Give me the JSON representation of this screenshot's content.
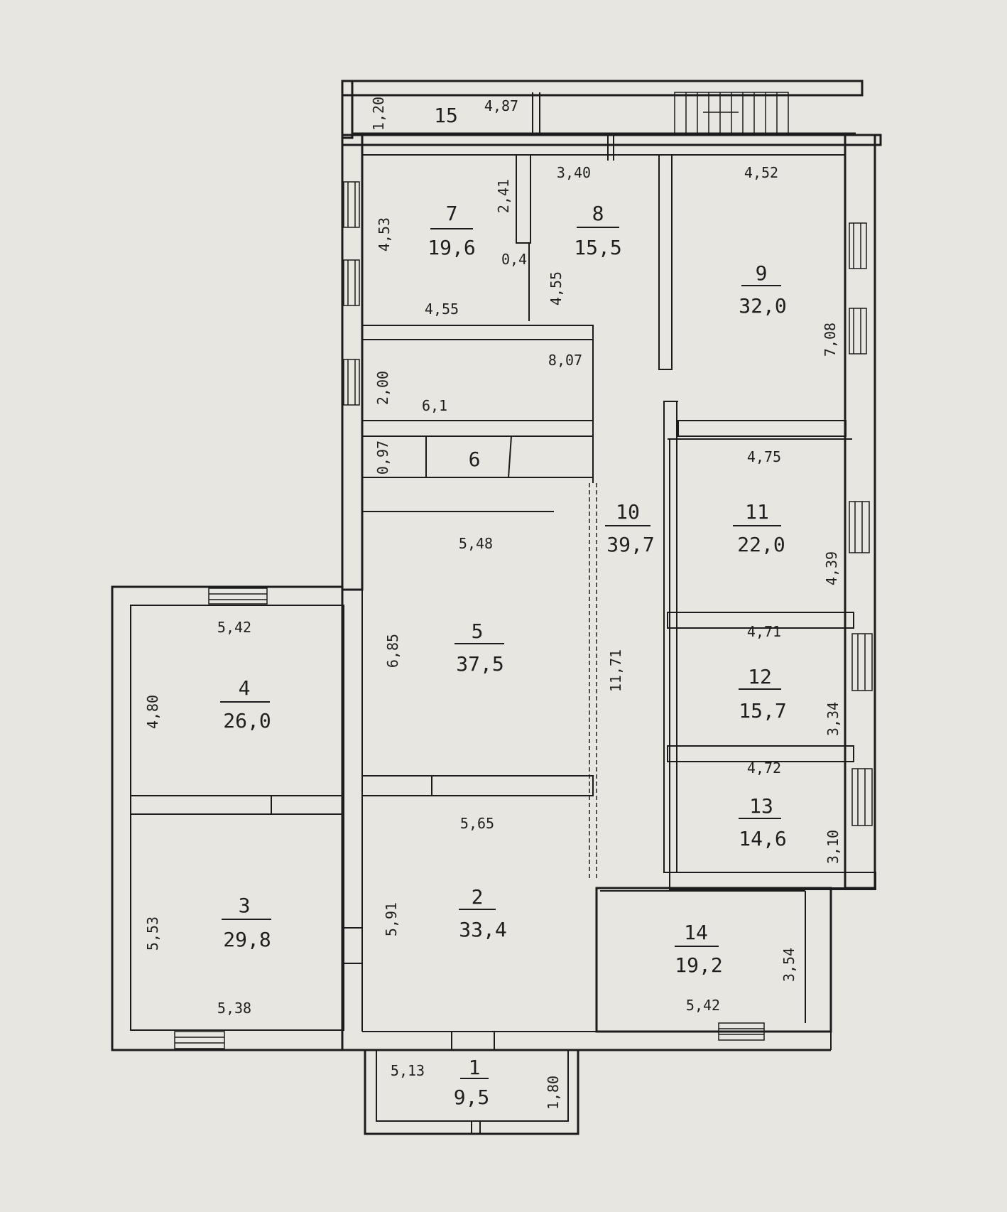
{
  "rooms": [
    {
      "id": "1",
      "num": "1",
      "area": "9,5",
      "dims": [
        "5,13",
        "1,80"
      ]
    },
    {
      "id": "2",
      "num": "2",
      "area": "33,4",
      "dims": [
        "5,65",
        "5,91"
      ]
    },
    {
      "id": "3",
      "num": "3",
      "area": "29,8",
      "dims": [
        "5,53",
        "5,38"
      ]
    },
    {
      "id": "4",
      "num": "4",
      "area": "26,0",
      "dims": [
        "5,42",
        "4,80"
      ]
    },
    {
      "id": "5",
      "num": "5",
      "area": "37,5",
      "dims": [
        "5,48",
        "6,85"
      ]
    },
    {
      "id": "6",
      "num": "6",
      "area": "",
      "dims": [
        "0,97"
      ]
    },
    {
      "id": "7",
      "num": "7",
      "area": "19,6",
      "dims": [
        "4,53",
        "4,55",
        "2,41",
        "0,4"
      ]
    },
    {
      "id": "8",
      "num": "8",
      "area": "15,5",
      "dims": [
        "3,40",
        "4,55"
      ]
    },
    {
      "id": "9",
      "num": "9",
      "area": "32,0",
      "dims": [
        "4,52",
        "7,08"
      ]
    },
    {
      "id": "10",
      "num": "10",
      "area": "39,7",
      "dims": [
        "11,71"
      ]
    },
    {
      "id": "11",
      "num": "11",
      "area": "22,0",
      "dims": [
        "4,75",
        "4,39"
      ]
    },
    {
      "id": "12",
      "num": "12",
      "area": "15,7",
      "dims": [
        "4,71",
        "3,34"
      ]
    },
    {
      "id": "13",
      "num": "13",
      "area": "14,6",
      "dims": [
        "4,72",
        "3,10"
      ]
    },
    {
      "id": "14",
      "num": "14",
      "area": "19,2",
      "dims": [
        "5,42",
        "3,54"
      ]
    },
    {
      "id": "15",
      "num": "15",
      "area": "",
      "dims": [
        "1,20",
        "4,87"
      ]
    }
  ],
  "extra_dims": {
    "stair_block_w": "8,07",
    "stair_block_h": "2,00",
    "stair_small": "6,1"
  }
}
